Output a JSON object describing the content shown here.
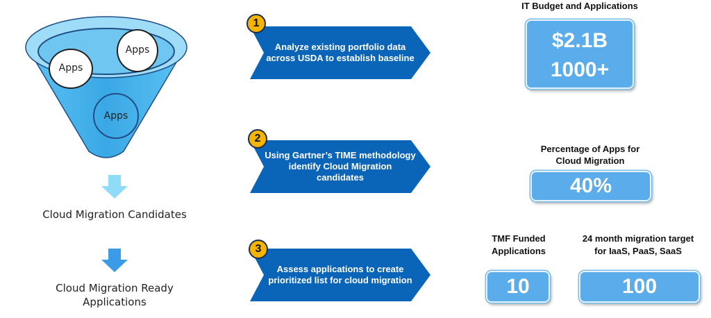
{
  "funnel": {
    "bubbles": [
      "Apps",
      "Apps",
      "Apps"
    ],
    "candidates_label": "Cloud Migration Candidates",
    "ready_label_line1": "Cloud Migration Ready",
    "ready_label_line2": "Applications"
  },
  "steps": [
    {
      "number": "1",
      "text": "Analyze existing portfolio data across USDA to establish baseline"
    },
    {
      "number": "2",
      "text": "Using Gartner’s TIME methodology identify Cloud Migration candidates"
    },
    {
      "number": "3",
      "text": "Assess applications to create prioritized list for cloud migration"
    }
  ],
  "metrics": {
    "budget": {
      "title": "IT Budget and Applications",
      "value1": "$2.1B",
      "value2": "1000+"
    },
    "percentage": {
      "title_line1": "Percentage of Apps for",
      "title_line2": "Cloud Migration",
      "value": "40%"
    },
    "tmf": {
      "title_line1": "TMF Funded",
      "title_line2": "Applications",
      "value": "10"
    },
    "target": {
      "title_line1": "24 month migration target",
      "title_line2": "for IaaS, PaaS, SaaS",
      "value": "100"
    }
  },
  "colors": {
    "step_banner": "#0a64b8",
    "metric_box": "#5aacea",
    "badge": "#f5b400",
    "funnel_fill": "#4fb7ee",
    "arrow_light": "#8fdcf8",
    "arrow_dark": "#3c9be6"
  }
}
